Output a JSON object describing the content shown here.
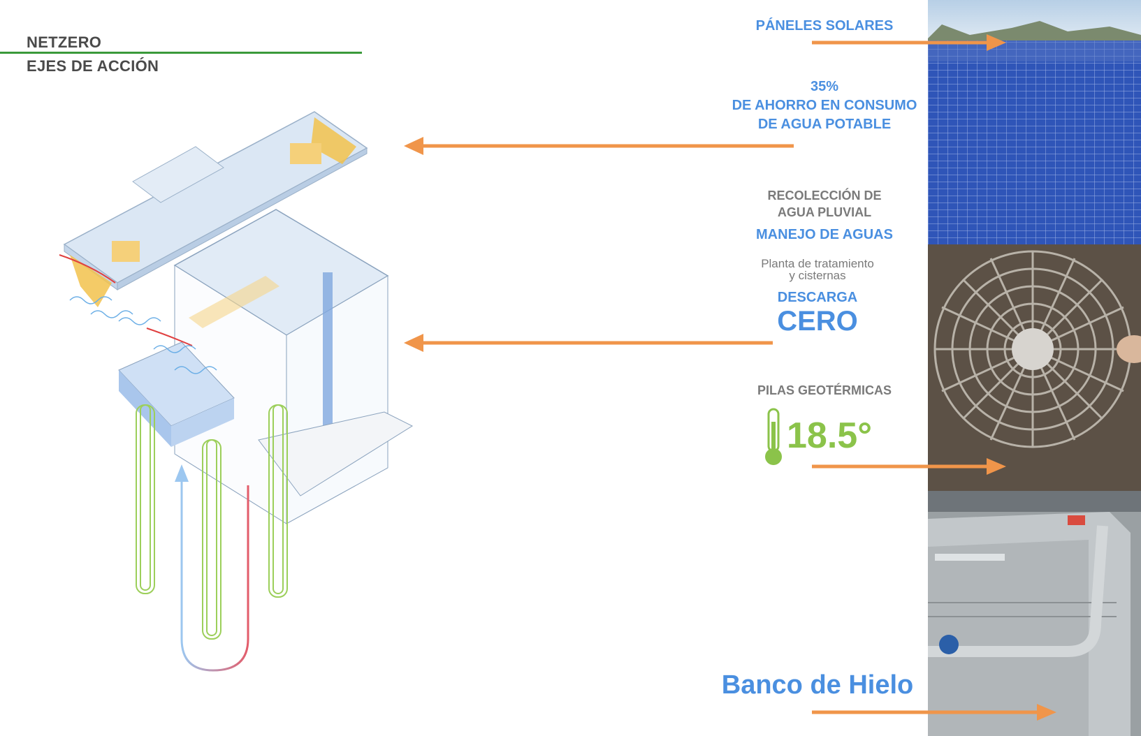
{
  "header": {
    "line1": "NETZERO",
    "line2": "EJES DE ACCIÓN",
    "rule_color": "#3a9a3a"
  },
  "labels": {
    "solar": "PÁNELES SOLARES",
    "pct": "35%",
    "savings_1": "DE AHORRO EN CONSUMO",
    "savings_2": "DE AGUA POTABLE",
    "rain_1": "RECOLECCIÓN DE",
    "rain_2": "AGUA PLUVIAL",
    "water_mgmt": "MANEJO DE AGUAS",
    "plant_1": "Planta de tratamiento",
    "plant_2": "y cisternas",
    "discharge": "DESCARGA",
    "zero": "CERO",
    "geo": "PILAS GEOTÉRMICAS",
    "temp": "18.5°",
    "ice": "Banco de Hielo"
  },
  "colors": {
    "accent_blue": "#4a8fe0",
    "arrow_orange": "#f0954a",
    "temp_green": "#8bc34a",
    "muted_gray": "#7a7a7a"
  },
  "icons": [
    "thermometer-icon"
  ]
}
